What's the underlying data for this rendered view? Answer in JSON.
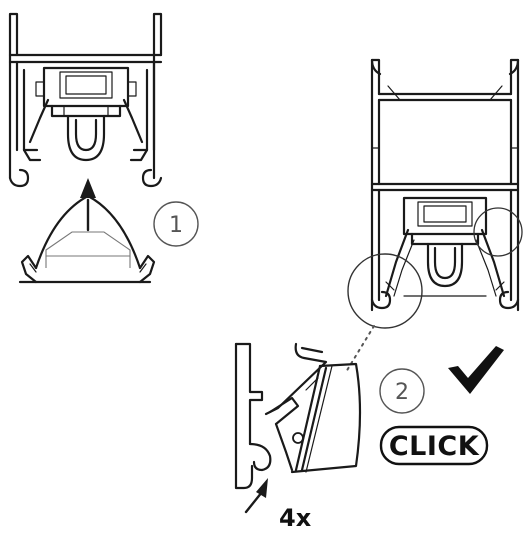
{
  "steps": [
    {
      "number": "1"
    },
    {
      "number": "2"
    }
  ],
  "click_label": "CLICK",
  "quantity_label": "4x",
  "colors": {
    "line": "#1a1a1a",
    "circle_stroke": "#555555",
    "background": "#ffffff"
  }
}
